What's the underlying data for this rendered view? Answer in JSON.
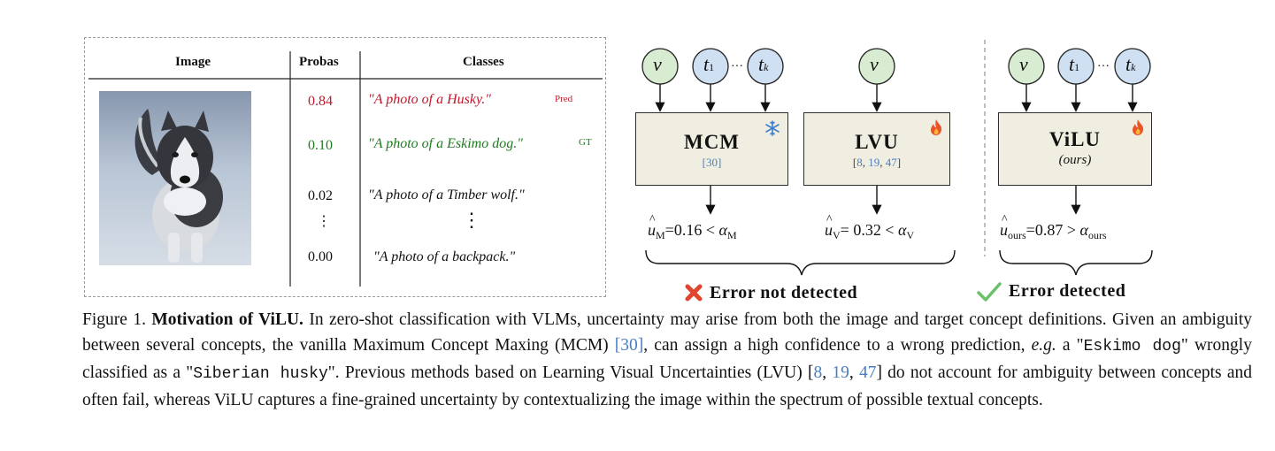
{
  "table": {
    "headers": {
      "image": "Image",
      "probas": "Probas",
      "classes": "Classes"
    },
    "rows": [
      {
        "prob": "0.84",
        "cls": "\"A photo of a Husky.\"",
        "tag": "Pred"
      },
      {
        "prob": "0.10",
        "cls": "\"A photo of a Eskimo dog.\"",
        "tag": "GT"
      },
      {
        "prob": "0.02",
        "cls": "\"A photo of a Timber wolf.\"",
        "tag": ""
      },
      {
        "prob": "0.00",
        "cls": "\"A photo of a backpack.\"",
        "tag": ""
      }
    ],
    "vdots": "⋮"
  },
  "diagram": {
    "node_v": "v",
    "node_t1": "t",
    "node_t1_sub": "1",
    "node_tk": "t",
    "node_tk_sub": "k",
    "dots": "···",
    "mcm": {
      "title": "MCM",
      "cite": "[30]",
      "formula_u": "u",
      "formula_sub": "M",
      "formula_val": "=0.16 <",
      "alpha": "α",
      "alpha_sub": "M"
    },
    "lvu": {
      "title": "LVU",
      "cite_open": "[",
      "c1": "8",
      "c2": "19",
      "c3": "47",
      "cite_close": "]",
      "formula_u": "u",
      "formula_sub": "V",
      "formula_val": "= 0.32 <",
      "alpha": "α",
      "alpha_sub": "V"
    },
    "vilu": {
      "title": "ViLU",
      "sub": "(ours)",
      "formula_u": "u",
      "formula_sub": "ours",
      "formula_val": "=0.87 >",
      "alpha": "α",
      "alpha_sub": "ours"
    },
    "status_fail": "Error not detected",
    "status_ok": "Error detected"
  },
  "caption": {
    "fig": "Figure 1.",
    "bold": "Motivation of ViLU.",
    "p1": " In zero-shot classification with VLMs, uncertainty may arise from both the image and target concept definitions. Given an ambiguity between several concepts, the vanilla Maximum Concept Maxing (MCM) ",
    "c30": "[30]",
    "p2": ", can assign a high confidence to a wrong prediction, ",
    "eg": "e.g.",
    "p3": " a \"",
    "m1": "Eskimo dog",
    "p4": "\" wrongly classified as a \"",
    "m2": "Siberian husky",
    "p5": "\". Previous methods based on Learning Visual Uncertainties (LVU) [",
    "c8": "8",
    "sep1": ", ",
    "c19": "19",
    "sep2": ", ",
    "c47": "47",
    "p6": "] do not account for ambiguity between concepts and often fail, whereas ViLU captures a fine-grained uncertainty by contextualizing the image within the spectrum of possible textual concepts."
  },
  "colors": {
    "pred": "#c0192a",
    "gt": "#1e7b1e",
    "node_v": "#d8ecd2",
    "node_t": "#cfe0f3",
    "box": "#efeee0",
    "cite": "#4a7ec0"
  }
}
